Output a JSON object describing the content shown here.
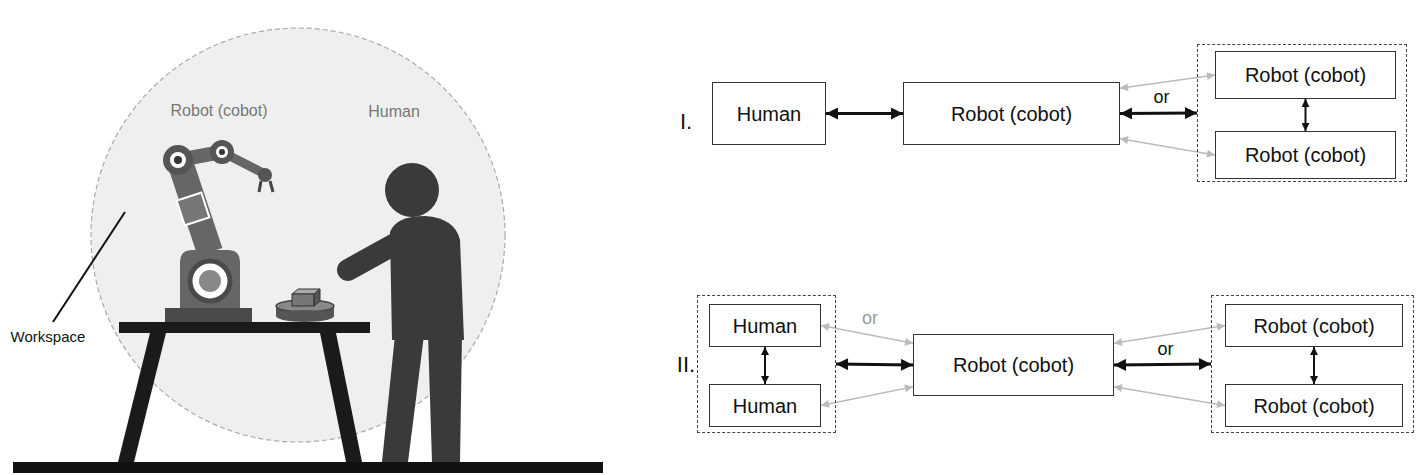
{
  "diagram": {
    "nodes": [
      {
        "text": [
          "Human"
        ]
      },
      {
        "text": [
          "Robot (cobot)"
        ]
      },
      {
        "text": []
      },
      {
        "text": [
          "Robot (cobot)"
        ],
        "in": 2
      },
      {
        "text": [
          "Robot (cobot)"
        ],
        "in": 2
      },
      {
        "text": []
      },
      {
        "text": [
          "Human"
        ],
        "in": 5
      },
      {
        "text": [
          "Human"
        ],
        "in": 5
      },
      {
        "text": [
          "Robot (cobot)"
        ]
      },
      {
        "text": []
      },
      {
        "text": [
          "Robot (cobot)"
        ],
        "in": 9
      },
      {
        "text": [
          "Robot (cobot)"
        ],
        "in": 9
      }
    ],
    "edges": [
      {
        "from": 0,
        "to": 1,
        "arrow": "both"
      },
      {
        "from": 1,
        "to": 2,
        "label": "or",
        "arrow": "both"
      },
      {
        "from": 1,
        "to": 3,
        "arrow": "both"
      },
      {
        "from": 1,
        "to": 4,
        "arrow": "both"
      },
      {
        "from": 3,
        "to": 4,
        "arrow": "both"
      },
      {
        "from": 6,
        "to": 7,
        "arrow": "both"
      },
      {
        "from": 5,
        "to": 8,
        "arrow": "both"
      },
      {
        "from": 6,
        "to": 8,
        "label": "or",
        "arrow": "both"
      },
      {
        "from": 7,
        "to": 8,
        "arrow": "both"
      },
      {
        "from": 8,
        "to": 9,
        "label": "or",
        "arrow": "both"
      },
      {
        "from": 8,
        "to": 10,
        "arrow": "both"
      },
      {
        "from": 8,
        "to": 11,
        "arrow": "both"
      },
      {
        "from": 10,
        "to": 11,
        "arrow": "both"
      }
    ],
    "labels": [
      "Robot (cobot)",
      "Human",
      "Workspace",
      "I.",
      "II."
    ]
  }
}
